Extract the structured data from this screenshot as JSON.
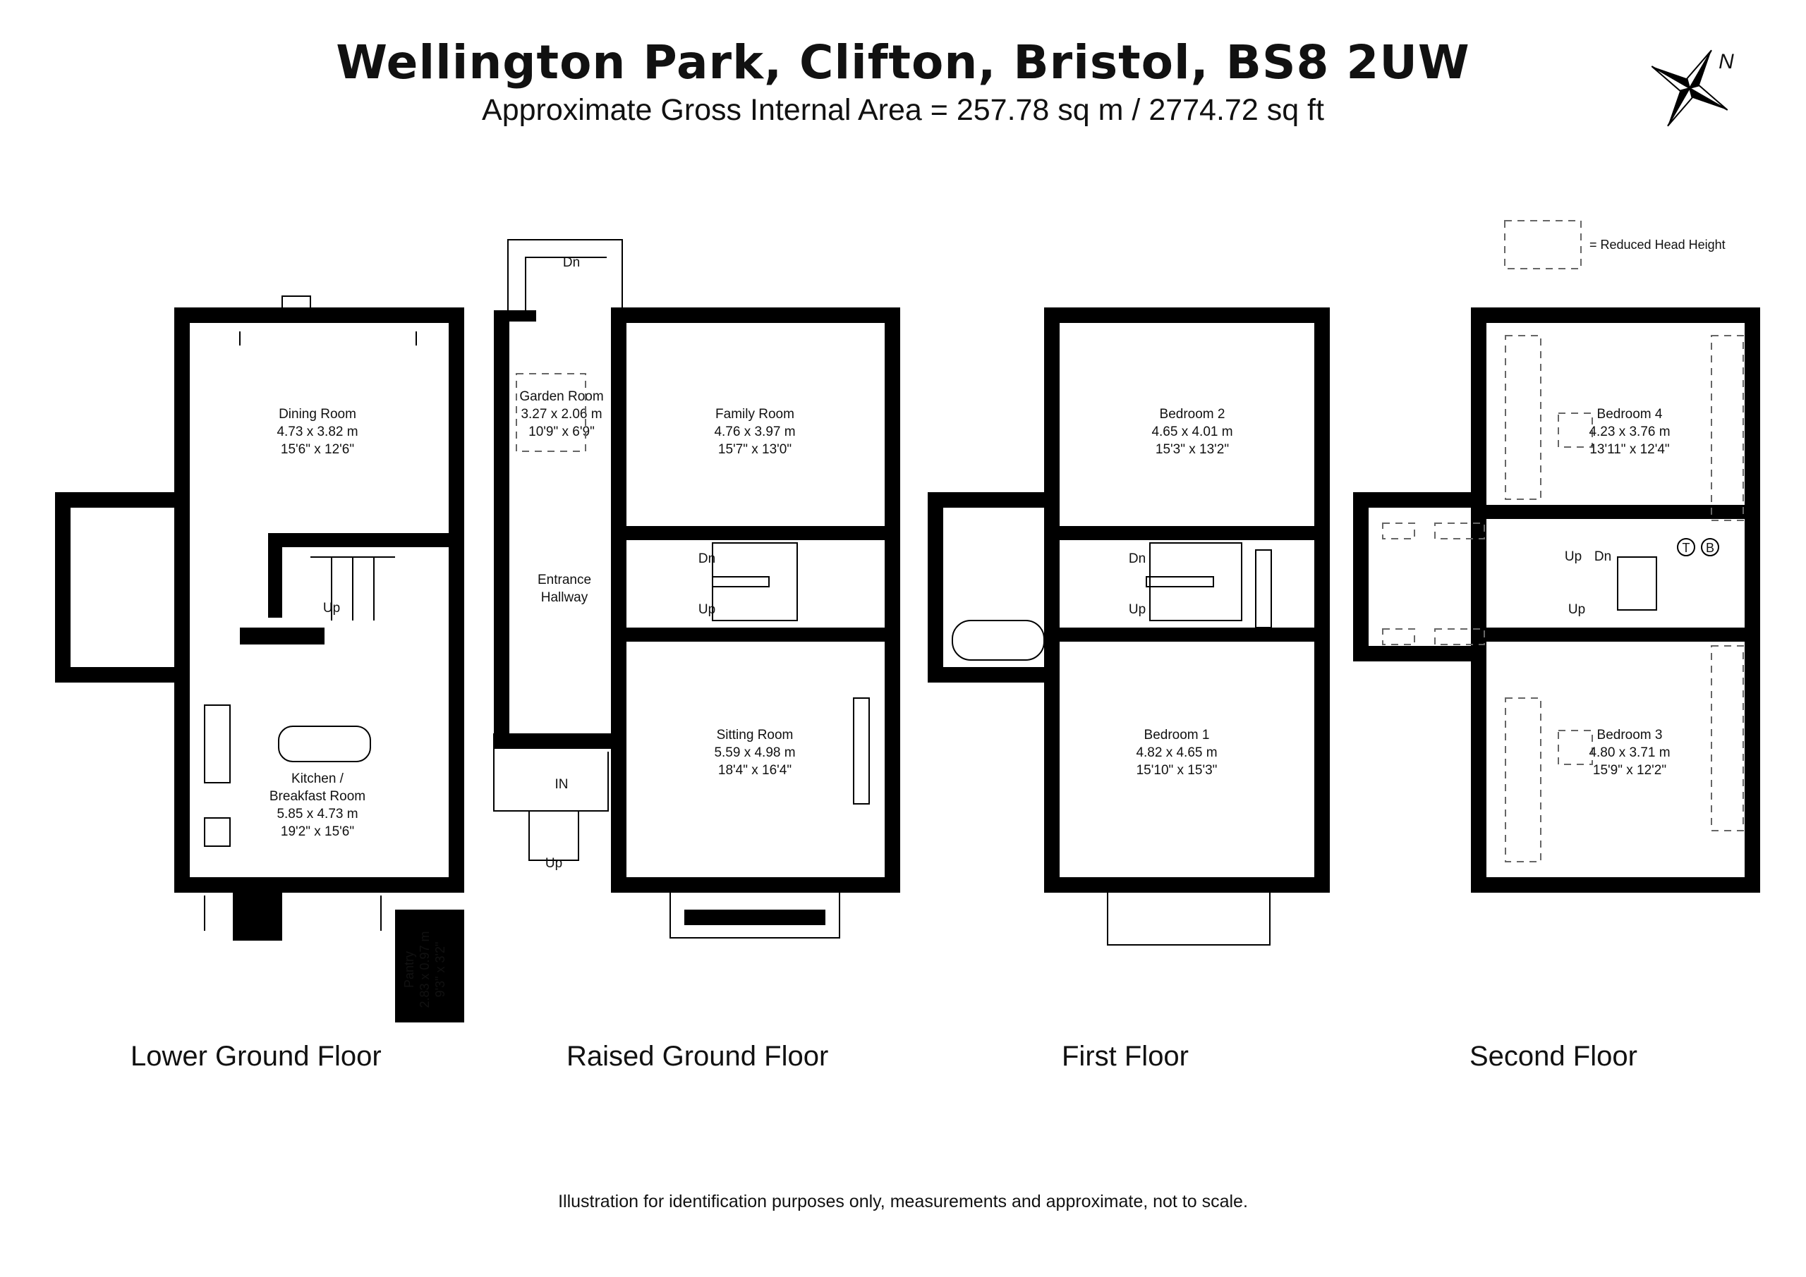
{
  "header": {
    "title": "Wellington Park, Clifton, Bristol, BS8 2UW",
    "subtitle": "Approximate Gross Internal Area = 257.78 sq m / 2774.72 sq ft"
  },
  "compass": {
    "label": "N"
  },
  "legend": {
    "label": "= Reduced Head Height"
  },
  "floors": [
    {
      "name": "Lower Ground Floor"
    },
    {
      "name": "Raised Ground Floor"
    },
    {
      "name": "First Floor"
    },
    {
      "name": "Second Floor"
    }
  ],
  "rooms": {
    "dining": {
      "name": "Dining Room",
      "metric": "4.73 x 3.82 m",
      "imperial": "15'6\" x 12'6\""
    },
    "kitchen": {
      "name1": "Kitchen /",
      "name2": "Breakfast Room",
      "metric": "5.85 x 4.73 m",
      "imperial": "19'2\" x 15'6\""
    },
    "pantry": {
      "name": "Pantry",
      "metric": "2.83 x 0.97 m",
      "imperial": "9'3\" x 3'2\""
    },
    "garden": {
      "name": "Garden Room",
      "metric": "3.27 x 2.06 m",
      "imperial": "10'9\" x 6'9\""
    },
    "family": {
      "name": "Family Room",
      "metric": "4.76 x 3.97 m",
      "imperial": "15'7\" x 13'0\""
    },
    "hallway": {
      "name1": "Entrance",
      "name2": "Hallway"
    },
    "sitting": {
      "name": "Sitting Room",
      "metric": "5.59 x 4.98 m",
      "imperial": "18'4\" x 16'4\""
    },
    "bed2": {
      "name": "Bedroom 2",
      "metric": "4.65 x 4.01 m",
      "imperial": "15'3\" x 13'2\""
    },
    "bed1": {
      "name": "Bedroom 1",
      "metric": "4.82 x 4.65 m",
      "imperial": "15'10\" x 15'3\""
    },
    "bed4": {
      "name": "Bedroom 4",
      "metric": "4.23 x 3.76 m",
      "imperial": "13'11\" x 12'4\""
    },
    "bed3": {
      "name": "Bedroom 3",
      "metric": "4.80 x 3.71 m",
      "imperial": "15'9\" x 12'2\""
    }
  },
  "stair_labels": {
    "up": "Up",
    "down": "Dn",
    "entry": "IN"
  },
  "cylinder_labels": {
    "tank": "T",
    "boiler": "B"
  },
  "footer": {
    "disclaimer": "Illustration for identification purposes only, measurements and approximate, not to scale."
  }
}
